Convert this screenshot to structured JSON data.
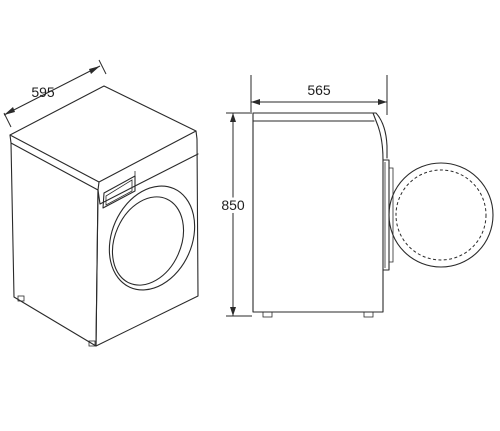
{
  "dimensions": {
    "width": "595",
    "depth": "565",
    "height": "850"
  },
  "colors": {
    "line": "#2a2a2a",
    "background": "#ffffff"
  }
}
